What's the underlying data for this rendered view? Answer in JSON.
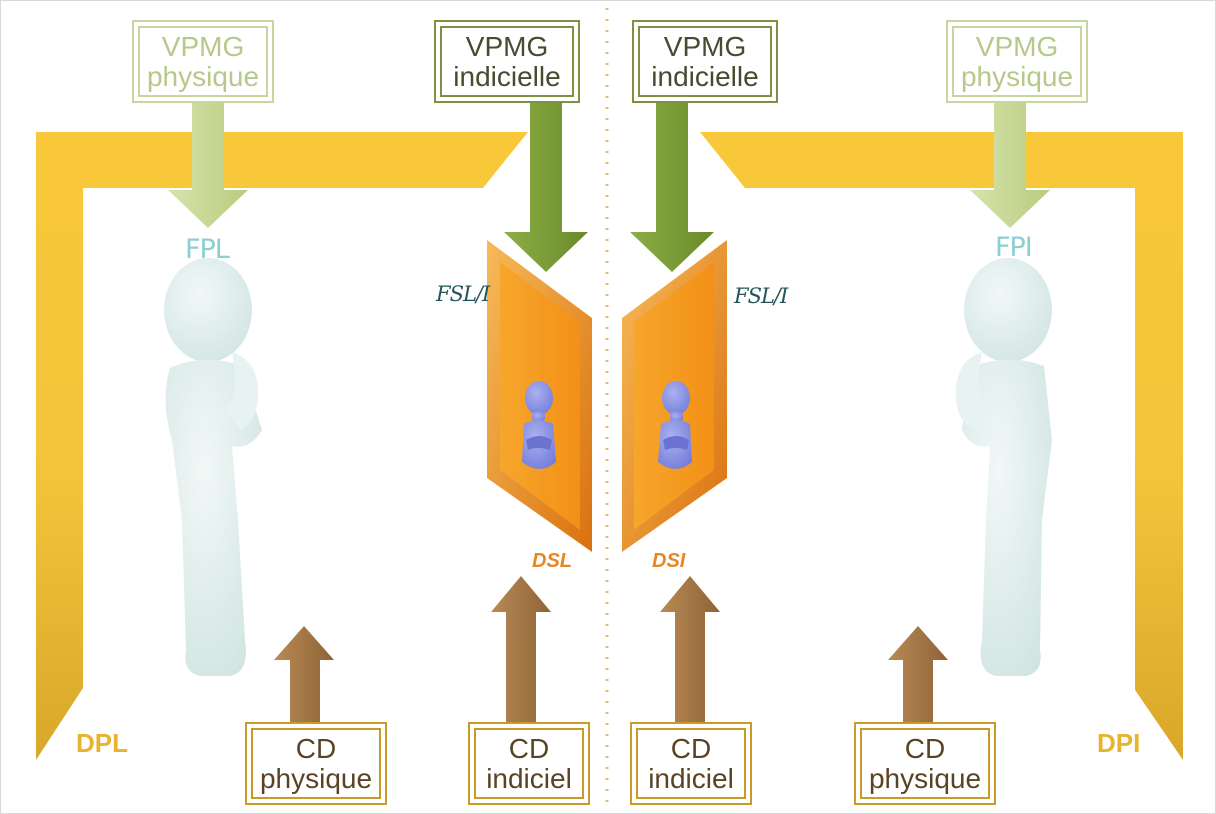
{
  "top_left_box": {
    "line1": "VPMG",
    "line2": "physique"
  },
  "top_center_left_box": {
    "line1": "VPMG",
    "line2": "indicielle"
  },
  "top_center_right_box": {
    "line1": "VPMG",
    "line2": "indicielle"
  },
  "top_right_box": {
    "line1": "VPMG",
    "line2": "physique"
  },
  "bottom_left_box": {
    "line1": "CD",
    "line2": "physique"
  },
  "bottom_center_left_box": {
    "line1": "CD",
    "line2": "indiciel"
  },
  "bottom_center_right_box": {
    "line1": "CD",
    "line2": "indiciel"
  },
  "bottom_right_box": {
    "line1": "CD",
    "line2": "physique"
  },
  "labels": {
    "fpl": "FPL",
    "fpi": "FPI",
    "fsl_left": "FSL/I",
    "fsl_right": "FSL/I",
    "dsl": "DSL",
    "dsi": "DSI",
    "dpl": "DPL",
    "dpi": "DPI"
  },
  "colors": {
    "frame_yellow": "#f7c233",
    "panel_orange": "#f59a1c",
    "arrow_light_green": "#c5d592",
    "arrow_dark_green": "#7b9b36",
    "arrow_brown": "#a27746",
    "figure_pale": "#dfeeed",
    "figure_blue": "#8f97e6",
    "divider": "#e6b86a"
  }
}
